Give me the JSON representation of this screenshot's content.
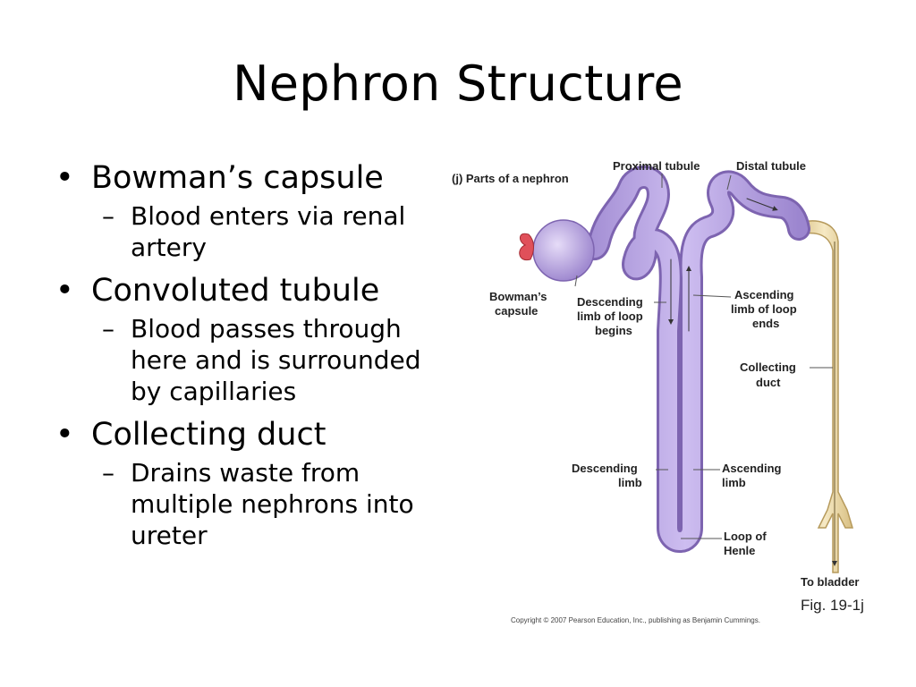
{
  "slide": {
    "title": "Nephron Structure",
    "bullets": [
      {
        "text": "Bowman’s capsule",
        "sub": [
          "Blood enters via renal artery"
        ]
      },
      {
        "text": "Convoluted tubule",
        "sub": [
          "Blood passes through here and is surrounded by capillaries"
        ]
      },
      {
        "text": "Collecting duct",
        "sub": [
          "Drains waste from multiple nephrons into ureter"
        ]
      }
    ]
  },
  "figure": {
    "heading": "(j) Parts of a nephron",
    "labels": {
      "proximal_tubule": "Proximal tubule",
      "distal_tubule": "Distal tubule",
      "bowmans_capsule_1": "Bowman’s",
      "bowmans_capsule_2": "capsule",
      "desc_loop_1": "Descending",
      "desc_loop_2": "limb of loop",
      "desc_loop_3": "begins",
      "asc_loop_1": "Ascending",
      "asc_loop_2": "limb of loop",
      "asc_loop_3": "ends",
      "collecting_1": "Collecting",
      "collecting_2": "duct",
      "desc_limb_1": "Descending",
      "desc_limb_2": "limb",
      "asc_limb_1": "Ascending",
      "asc_limb_2": "limb",
      "loop_henle_1": "Loop of",
      "loop_henle_2": "Henle",
      "to_bladder": "To bladder",
      "fig_number": "Fig. 19-1j",
      "copyright": "Copyright © 2007 Pearson Education, Inc., publishing as Benjamin Cummings."
    },
    "colors": {
      "tubule": "#b9a5e0",
      "tubule_edge": "#7d64b0",
      "duct": "#eedcaa",
      "duct_edge": "#b69a5c",
      "artery": "#e0505a"
    }
  }
}
